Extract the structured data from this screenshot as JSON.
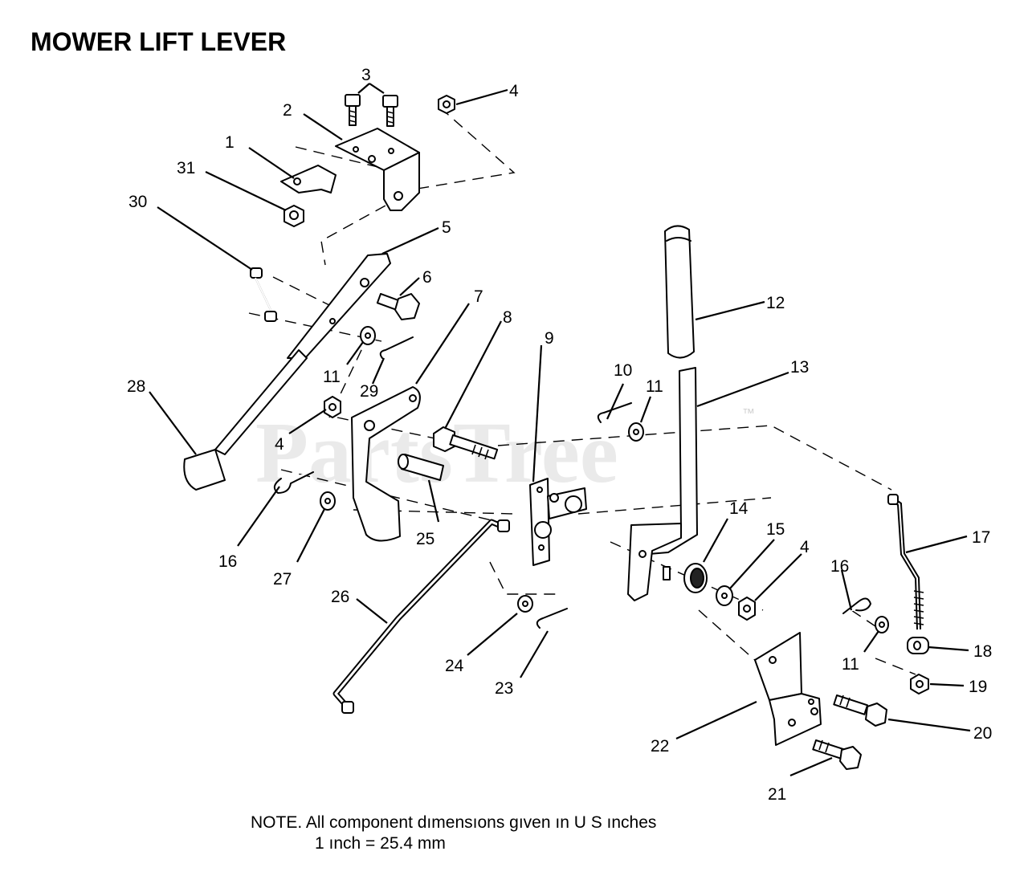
{
  "title": "MOWER LIFT LEVER",
  "watermark": {
    "text": "PartsTree",
    "trademark": "™"
  },
  "note": {
    "line1": "NOTE.  All component dımensıons gıven ın U S  ınches",
    "line2": "1 ınch = 25.4 mm"
  },
  "callouts": [
    {
      "id": "c1",
      "label": "1"
    },
    {
      "id": "c2",
      "label": "2"
    },
    {
      "id": "c3",
      "label": "3"
    },
    {
      "id": "c4a",
      "label": "4"
    },
    {
      "id": "c4b",
      "label": "4"
    },
    {
      "id": "c4c",
      "label": "4"
    },
    {
      "id": "c5",
      "label": "5"
    },
    {
      "id": "c6",
      "label": "6"
    },
    {
      "id": "c7",
      "label": "7"
    },
    {
      "id": "c8",
      "label": "8"
    },
    {
      "id": "c9",
      "label": "9"
    },
    {
      "id": "c10",
      "label": "10"
    },
    {
      "id": "c11a",
      "label": "11"
    },
    {
      "id": "c11b",
      "label": "11"
    },
    {
      "id": "c11c",
      "label": "11"
    },
    {
      "id": "c12",
      "label": "12"
    },
    {
      "id": "c13",
      "label": "13"
    },
    {
      "id": "c14",
      "label": "14"
    },
    {
      "id": "c15",
      "label": "15"
    },
    {
      "id": "c16a",
      "label": "16"
    },
    {
      "id": "c16b",
      "label": "16"
    },
    {
      "id": "c17",
      "label": "17"
    },
    {
      "id": "c18",
      "label": "18"
    },
    {
      "id": "c19",
      "label": "19"
    },
    {
      "id": "c20",
      "label": "20"
    },
    {
      "id": "c21",
      "label": "21"
    },
    {
      "id": "c22",
      "label": "22"
    },
    {
      "id": "c23",
      "label": "23"
    },
    {
      "id": "c24",
      "label": "24"
    },
    {
      "id": "c25",
      "label": "25"
    },
    {
      "id": "c26",
      "label": "26"
    },
    {
      "id": "c27",
      "label": "27"
    },
    {
      "id": "c28",
      "label": "28"
    },
    {
      "id": "c29",
      "label": "29"
    },
    {
      "id": "c30",
      "label": "30"
    },
    {
      "id": "c31",
      "label": "31"
    }
  ]
}
